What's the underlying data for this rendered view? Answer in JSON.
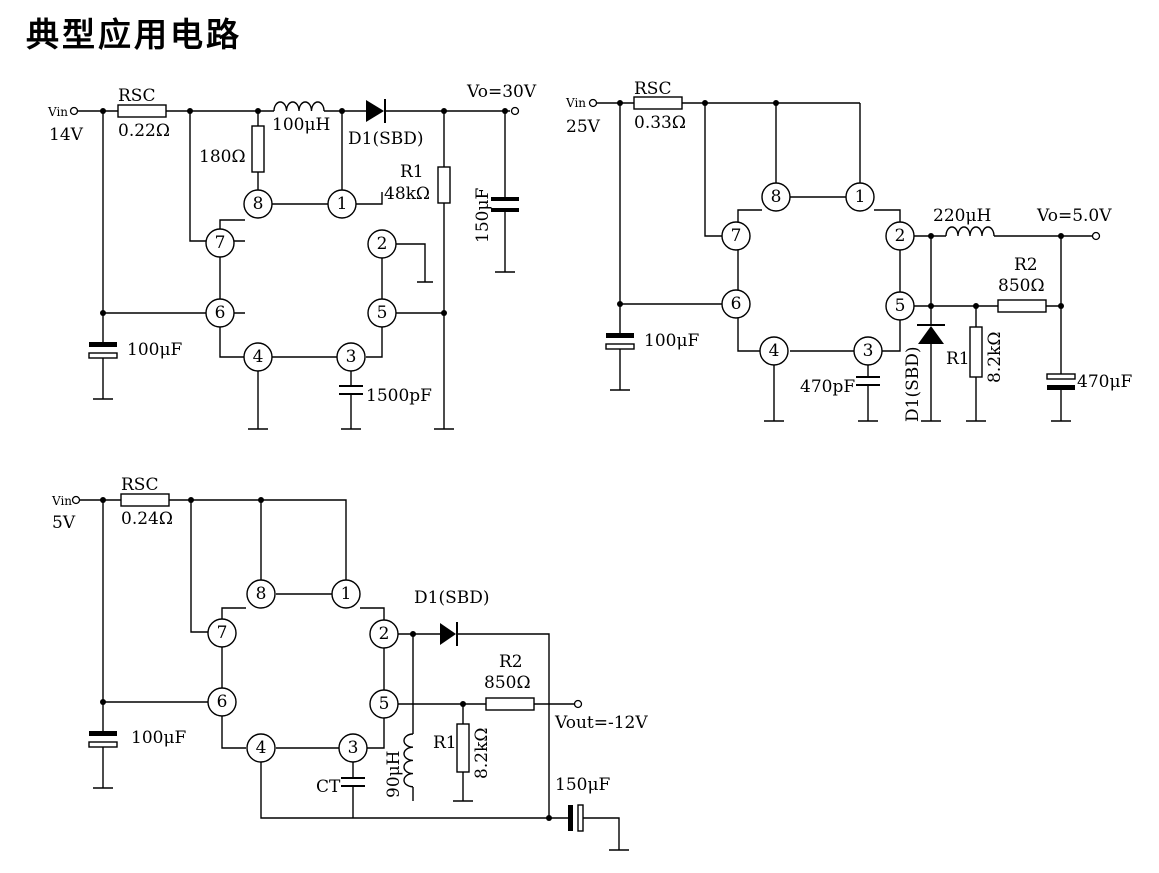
{
  "title": "典型应用电路",
  "circuits": [
    {
      "vin_label": "Vin",
      "vin_value": "14V",
      "rsc_name": "RSC",
      "rsc_value": "0.22Ω",
      "r180": "180Ω",
      "inductor": "100μH",
      "diode": "D1(SBD)",
      "vo": "Vo=30V",
      "r1_name": "R1",
      "r1_value": "48kΩ",
      "cout": "150μF",
      "cin": "100μF",
      "ct": "1500pF",
      "pins": [
        "1",
        "2",
        "3",
        "4",
        "5",
        "6",
        "7",
        "8"
      ]
    },
    {
      "vin_label": "Vin",
      "vin_value": "25V",
      "rsc_name": "RSC",
      "rsc_value": "0.33Ω",
      "inductor": "220μH",
      "vo": "Vo=5.0V",
      "r2_name": "R2",
      "r2_value": "850Ω",
      "cin": "100μF",
      "ct": "470pF",
      "diode": "D1(SBD)",
      "r1_name": "R1",
      "r1_value": "8.2kΩ",
      "cout": "470μF",
      "pins": [
        "1",
        "2",
        "3",
        "4",
        "5",
        "6",
        "7",
        "8"
      ]
    },
    {
      "vin_label": "Vin",
      "vin_value": "5V",
      "rsc_name": "RSC",
      "rsc_value": "0.24Ω",
      "diode": "D1(SBD)",
      "r2_name": "R2",
      "r2_value": "850Ω",
      "vout": "Vout=-12V",
      "cin": "100μF",
      "ct": "CT",
      "inductor": "90μH",
      "r1_name": "R1",
      "r1_value": "8.2kΩ",
      "cout": "150μF",
      "pins": [
        "1",
        "2",
        "3",
        "4",
        "5",
        "6",
        "7",
        "8"
      ]
    }
  ]
}
